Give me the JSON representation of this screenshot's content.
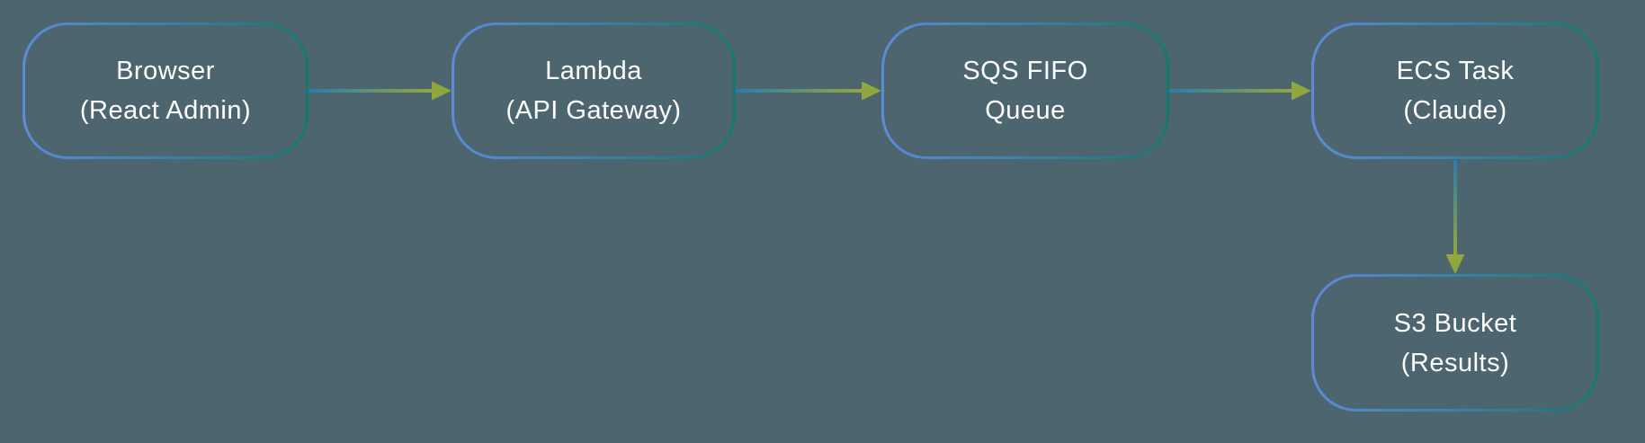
{
  "diagram": {
    "type": "flowchart",
    "direction": "left-to-right, last step down",
    "nodes": [
      {
        "id": "browser",
        "line1": "Browser",
        "line2": "(React Admin)"
      },
      {
        "id": "lambda",
        "line1": "Lambda",
        "line2": "(API Gateway)"
      },
      {
        "id": "sqs",
        "line1": "SQS FIFO",
        "line2": "Queue"
      },
      {
        "id": "ecs",
        "line1": "ECS Task",
        "line2": "(Claude)"
      },
      {
        "id": "s3",
        "line1": "S3 Bucket",
        "line2": "(Results)"
      }
    ],
    "edges": [
      {
        "from": "browser",
        "to": "lambda",
        "direction": "right"
      },
      {
        "from": "lambda",
        "to": "sqs",
        "direction": "right"
      },
      {
        "from": "sqs",
        "to": "ecs",
        "direction": "right"
      },
      {
        "from": "ecs",
        "to": "s3",
        "direction": "down"
      }
    ]
  },
  "colors": {
    "bg": "#4c656e",
    "text": "#ffffff",
    "node-border-start": "#5d8bd9",
    "node-border-end": "#16796f",
    "arrow-start": "#2b7cab",
    "arrow-end": "#93a73d",
    "arrow-head": "#8fa73e"
  }
}
